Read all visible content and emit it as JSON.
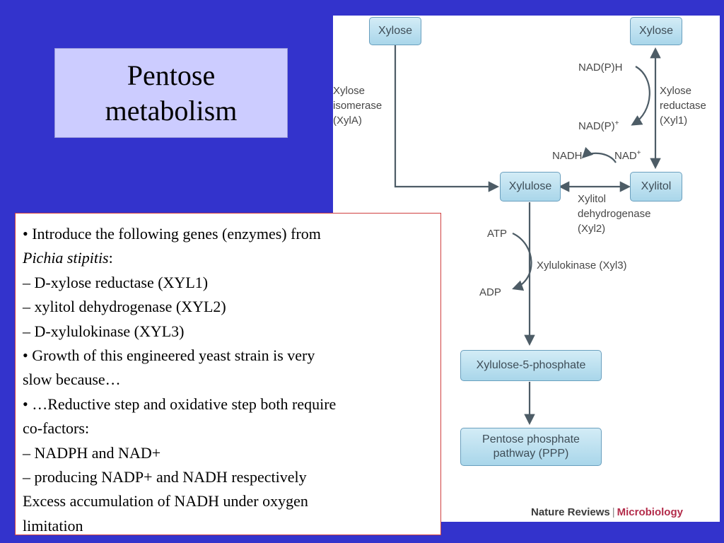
{
  "slide": {
    "title_line1": "Pentose",
    "title_line2": "metabolism"
  },
  "diagram": {
    "nodes": {
      "xylose_left": "Xylose",
      "xylose_right": "Xylose",
      "xylulose": "Xylulose",
      "xylitol": "Xylitol",
      "xylulose_5_phosphate": "Xylulose-5-phosphate",
      "ppp_line1": "Pentose phosphate",
      "ppp_line2": "pathway (PPP)"
    },
    "labels": {
      "xylose_isomerase": [
        "Xylose",
        "isomerase",
        "(XylA)"
      ],
      "xylose_reductase": [
        "Xylose",
        "reductase",
        "(Xyl1)"
      ],
      "nadph": "NAD(P)H",
      "nadp_plus_base": "NAD(P)",
      "nadh": "NADH",
      "nad_plus_base": "NAD",
      "plus_sign": "+",
      "xylitol_dehydrogenase": [
        "Xylitol",
        "dehydrogenase",
        "(Xyl2)"
      ],
      "atp": "ATP",
      "adp": "ADP",
      "xylulokinase": "Xylulokinase (Xyl3)"
    },
    "credit": {
      "publisher": "Nature Reviews",
      "separator": "|",
      "journal": "Microbiology"
    }
  },
  "text": {
    "b1_a": "• Introduce the following genes (enzymes) from",
    "b1_b_species": "Pichia stipitis",
    "b1_b_colon": ":",
    "b1_c": "– D-xylose reductase (XYL1)",
    "b1_d": "– xylitol dehydrogenase (XYL2)",
    "b1_e": "– D-xylulokinase (XYL3)",
    "b2_a": "• Growth of this engineered yeast strain is very",
    "b2_b": "slow because…",
    "b3_a": "• …Reductive step and oxidative step both require",
    "b3_b": "co-factors:",
    "b3_c": "– NADPH and NAD+",
    "b3_d": "– producing NADP+ and NADH respectively",
    "b3_e": "Excess accumulation of NADH under oxygen",
    "b3_f": "limitation"
  },
  "colors": {
    "background": "#3333cc",
    "title_box": "#ccccff",
    "node_fill": "#bde1f1",
    "arrow": "#4d5c66"
  }
}
